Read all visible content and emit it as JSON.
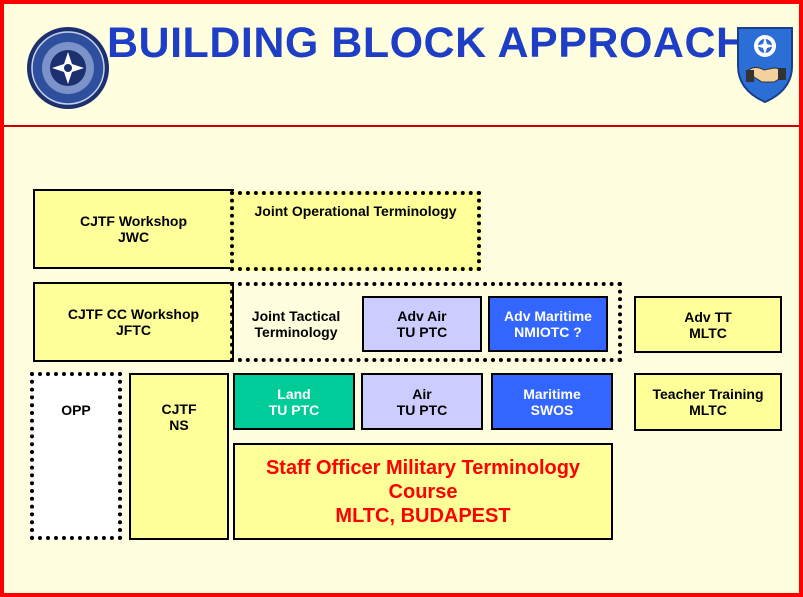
{
  "title": "BUILDING BLOCK APPROACH",
  "colors": {
    "frame": "#ff0000",
    "background": "#ffffe0",
    "title": "#1f3ec6",
    "box_yellow": "#ffff99",
    "box_lavender": "#ccccff",
    "box_blue": "#3366ff",
    "box_teal": "#00cc99",
    "highlight_text": "#ff0000"
  },
  "logos": {
    "left": "allied-command-transformation-seal",
    "right": "partnership-for-peace-shield"
  },
  "blocks": {
    "cjtf_workshop": [
      "CJTF Workshop",
      "JWC"
    ],
    "joint_op_term": [
      "Joint Operational Terminology"
    ],
    "cjtf_cc_workshop": [
      "CJTF CC Workshop",
      "JFTC"
    ],
    "joint_tac_term": [
      "Joint Tactical",
      "Terminology"
    ],
    "adv_air": [
      "Adv Air",
      "TU PTC"
    ],
    "adv_maritime": [
      "Adv Maritime",
      "NMIOTC ?"
    ],
    "adv_tt": [
      "Adv TT",
      "MLTC"
    ],
    "opp": [
      "OPP"
    ],
    "cjtf_ns": [
      "CJTF",
      "NS"
    ],
    "land": [
      "Land",
      "TU PTC"
    ],
    "air": [
      "Air",
      "TU PTC"
    ],
    "maritime": [
      "Maritime",
      "SWOS"
    ],
    "teacher_training": [
      "Teacher Training",
      "MLTC"
    ],
    "staff_officer": [
      "Staff Officer Military Terminology",
      "Course",
      "MLTC, BUDAPEST"
    ]
  }
}
